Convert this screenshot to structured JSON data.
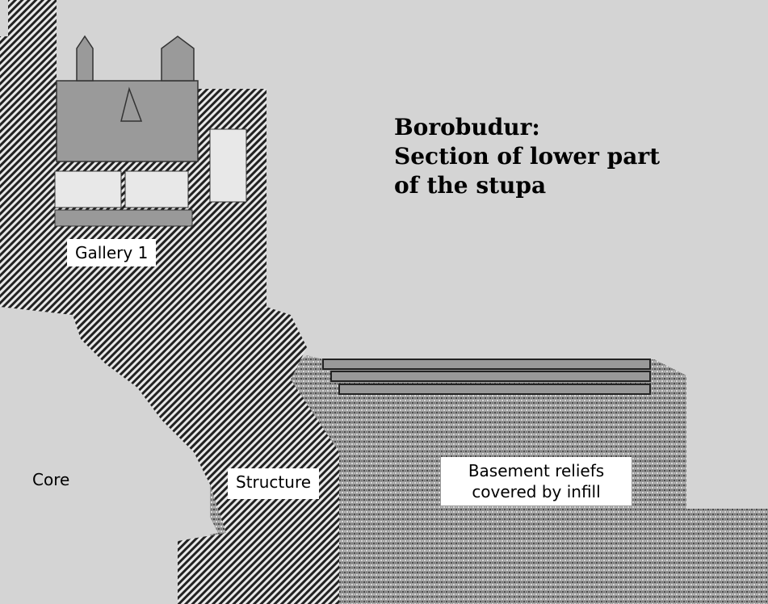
{
  "title": {
    "line1": "Borobudur:",
    "line2": "Section of lower part",
    "line3": "of the stupa"
  },
  "labels": {
    "gallery": "Gallery 1",
    "core": "Core",
    "structure": "Structure",
    "basement_line1": "Basement reliefs",
    "basement_line2": "covered by infill"
  },
  "colors": {
    "background": "#d4d4d4",
    "hatch": "#222222",
    "infill": "#8a8a8a"
  }
}
